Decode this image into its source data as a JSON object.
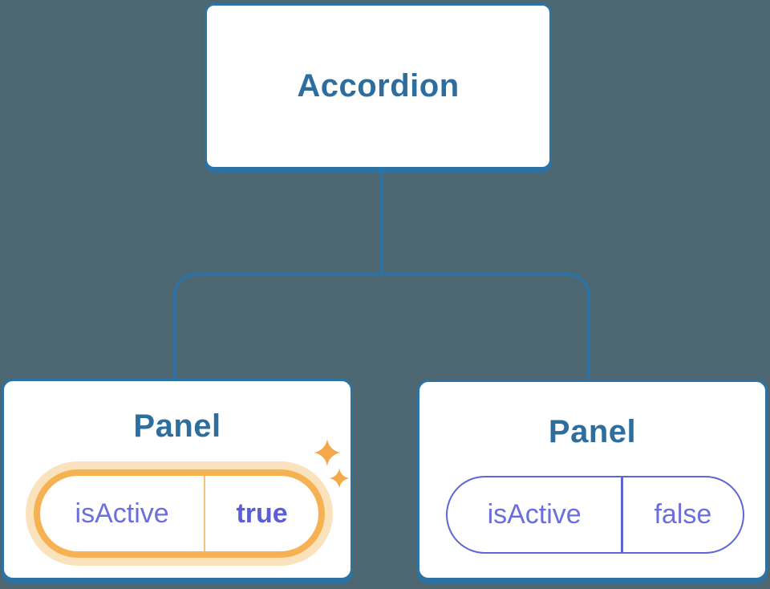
{
  "diagram": {
    "description": "Component tree: Accordion parent with two Panel children holding isActive state",
    "root": {
      "label": "Accordion"
    },
    "panels": [
      {
        "title": "Panel",
        "state": {
          "name": "isActive",
          "value": "true"
        },
        "highlighted": true,
        "icons": [
          "sparkle-icon-large",
          "sparkle-icon-small"
        ]
      },
      {
        "title": "Panel",
        "state": {
          "name": "isActive",
          "value": "false"
        },
        "highlighted": false,
        "icons": []
      }
    ]
  },
  "colors": {
    "background": "#4D6772",
    "node_fill": "#FFFFFF",
    "node_border": "#2C72A3",
    "node_title_text": "#2D6E9E",
    "connector": "#2C72A3",
    "state_text": "#6B6FDB",
    "state_value_active_text": "#5A5FD3",
    "inactive_pill_border": "#5E66D4",
    "active_pill_border": "#F6B152",
    "active_pill_glow": "#FAE3BC",
    "sparkle": "#F4A84A"
  }
}
